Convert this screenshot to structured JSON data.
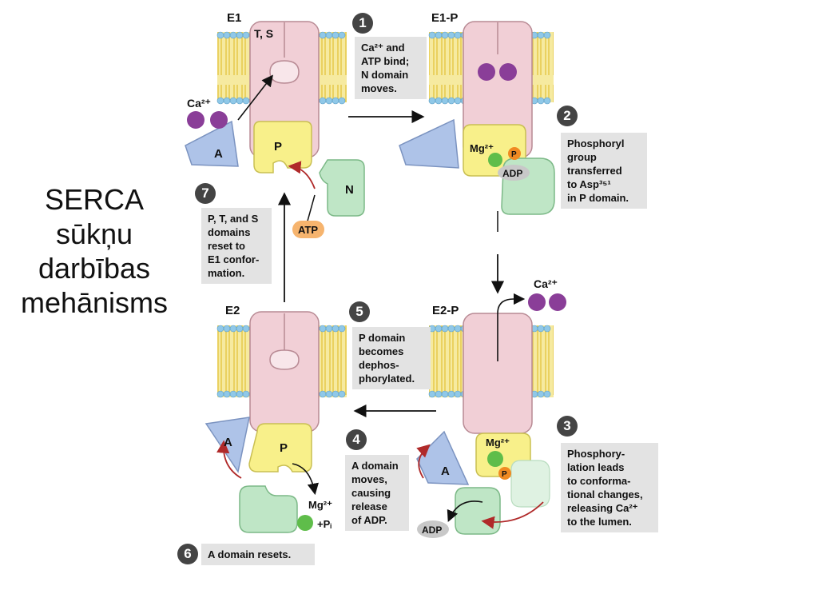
{
  "title_lines": [
    "SERCA",
    "sūkņu",
    "darbības",
    "mehānisms"
  ],
  "states": {
    "e1": "E1",
    "e1p": "E1-P",
    "e2": "E2",
    "e2p": "E2-P"
  },
  "domains": {
    "ts": "T, S",
    "a": "A",
    "p": "P",
    "n": "N"
  },
  "chemicals": {
    "ca_label": "Ca²⁺",
    "mg_label": "Mg²⁺",
    "atp": "ATP",
    "adp": "ADP",
    "phospho": "P",
    "pi": "+Pᵢ"
  },
  "steps": [
    {
      "num": "1",
      "lines": [
        "Ca²⁺ and",
        "ATP bind;",
        "N domain",
        "moves."
      ]
    },
    {
      "num": "2",
      "lines": [
        "Phosphoryl",
        "group",
        "transferred",
        "to Asp³⁵¹",
        "in P domain."
      ]
    },
    {
      "num": "3",
      "lines": [
        "Phosphory-",
        "lation leads",
        "to conforma-",
        "tional changes,",
        "releasing Ca²⁺",
        "to the lumen."
      ]
    },
    {
      "num": "4",
      "lines": [
        "A domain",
        "moves,",
        "causing",
        "release",
        "of ADP."
      ]
    },
    {
      "num": "5",
      "lines": [
        "P domain",
        "becomes",
        "dephos-",
        "phorylated."
      ]
    },
    {
      "num": "6",
      "lines": [
        "A domain resets."
      ]
    },
    {
      "num": "7",
      "lines": [
        "P, T, and S",
        "domains",
        "reset to",
        "E1 confor-",
        "mation."
      ]
    }
  ],
  "colors": {
    "membrane_head": "#8fc8e8",
    "membrane_tail": "#f2e27a",
    "tm_domain": "#f1cfd6",
    "a_domain": "#aec3e8",
    "p_domain": "#f8f08a",
    "n_domain": "#bfe6c6",
    "calcium": "#8a3e98",
    "magnesium": "#5fbd4a",
    "phosphate": "#f08a22",
    "atp_pill": "#f6b46e",
    "caption_bg": "#e3e3e3",
    "badge": "#444444",
    "red_arrow": "#b02a2a"
  }
}
